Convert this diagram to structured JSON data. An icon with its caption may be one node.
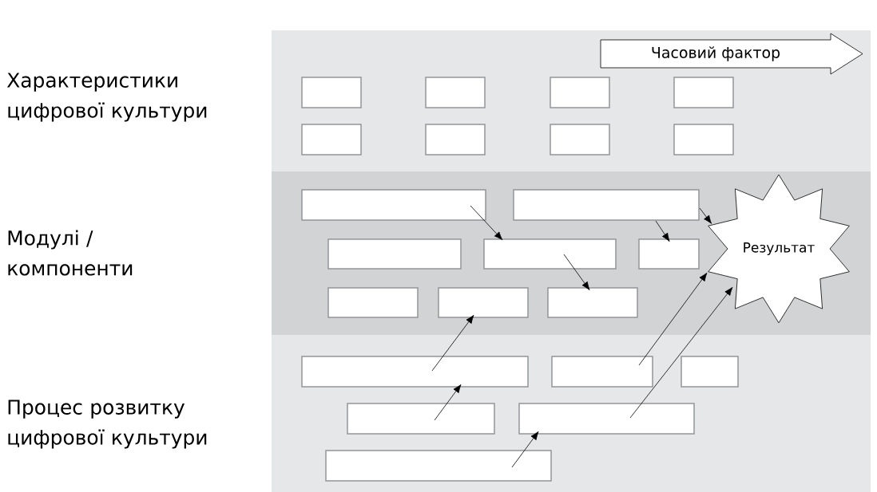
{
  "diagram": {
    "nodes": [
      {
        "text": [],
        "shape": "box"
      },
      {
        "text": [
          "Часовий фактор"
        ],
        "in": 0
      },
      {
        "text": [],
        "shape": "box",
        "in": 0
      },
      {
        "text": [],
        "shape": "box",
        "in": 0
      },
      {
        "text": [],
        "shape": "box",
        "in": 0
      },
      {
        "text": [],
        "shape": "box",
        "in": 0
      },
      {
        "text": [],
        "shape": "box",
        "in": 0
      },
      {
        "text": [],
        "shape": "box",
        "in": 0
      },
      {
        "text": [],
        "shape": "box",
        "in": 0
      },
      {
        "text": [],
        "shape": "box",
        "in": 0
      },
      {
        "text": [],
        "shape": "box"
      },
      {
        "text": [],
        "shape": "box",
        "in": 10
      },
      {
        "text": [],
        "shape": "box",
        "in": 10
      },
      {
        "text": [],
        "shape": "box",
        "in": 10
      },
      {
        "text": [],
        "shape": "box",
        "in": 10
      },
      {
        "text": [],
        "shape": "box",
        "in": 10
      },
      {
        "text": [],
        "shape": "box",
        "in": 10
      },
      {
        "text": [],
        "shape": "box",
        "in": 10
      },
      {
        "text": [],
        "shape": "box",
        "in": 10
      },
      {
        "text": [
          "Результат"
        ],
        "in": 10
      },
      {
        "text": [],
        "shape": "box"
      },
      {
        "text": [],
        "shape": "box",
        "in": 20
      },
      {
        "text": [],
        "shape": "box",
        "in": 20
      },
      {
        "text": [],
        "shape": "box",
        "in": 20
      },
      {
        "text": [],
        "shape": "box",
        "in": 20
      },
      {
        "text": [],
        "shape": "box",
        "in": 20
      },
      {
        "text": [],
        "shape": "box",
        "in": 20
      }
    ],
    "edges": [
      {
        "from": 11,
        "to": 14,
        "arrow": "to"
      },
      {
        "from": 12,
        "to": 15,
        "arrow": "to"
      },
      {
        "from": 12,
        "to": 19,
        "arrow": "to"
      },
      {
        "from": 14,
        "to": 18,
        "arrow": "to"
      },
      {
        "from": 21,
        "to": 17,
        "arrow": "to"
      },
      {
        "from": 24,
        "to": 21,
        "arrow": "to"
      },
      {
        "from": 26,
        "to": 25,
        "arrow": "to"
      },
      {
        "from": 22,
        "to": 19,
        "arrow": "to"
      },
      {
        "from": 25,
        "to": 19,
        "arrow": "to"
      }
    ],
    "labels": [
      "Характеристики цифрової культури",
      "Модулі / компоненти",
      "Процес розвитку цифрової культури"
    ]
  }
}
